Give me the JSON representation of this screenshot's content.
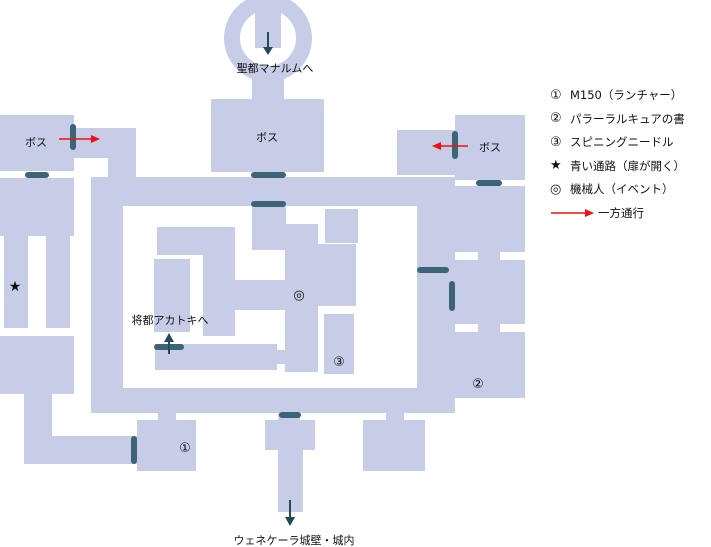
{
  "map": {
    "labels": {
      "north_exit": "聖都マナルムへ",
      "south_exit": "ウェネケーラ城壁・城内",
      "west_exit": "将都アカトキへ",
      "boss_left": "ボス",
      "boss_center": "ボス",
      "boss_right": "ボス",
      "marker_1": "①",
      "marker_2": "②",
      "marker_3": "③",
      "marker_star": "★",
      "marker_robot": "◎"
    },
    "colors": {
      "floor": "#c7cde6",
      "door": "#3d6378",
      "exit_arrow": "#1f4c58",
      "one_way_arrow": "#ee1111",
      "text": "#111111"
    }
  },
  "legend": {
    "items": [
      {
        "mark": "①",
        "text": "M150（ランチャー）"
      },
      {
        "mark": "②",
        "text": "パラーラルキュアの書"
      },
      {
        "mark": "③",
        "text": "スピニングニードル"
      },
      {
        "mark": "★",
        "text": "青い通路（扉が開く）"
      },
      {
        "mark": "◎",
        "text": "機械人（イベント）"
      }
    ],
    "one_way": {
      "icon": "red-arrow-icon",
      "text": "一方通行"
    }
  }
}
